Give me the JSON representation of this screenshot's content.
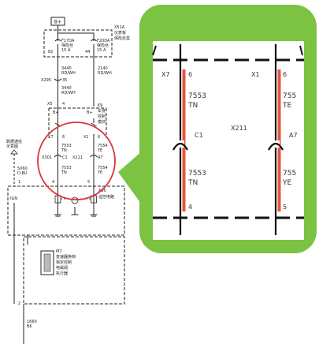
{
  "left": {
    "battery": "B+",
    "fusebox": {
      "id": "X51A",
      "name1": "仪表板",
      "name2": "保险丝盒"
    },
    "fuse1": {
      "code": "F17DA",
      "name": "保险丝",
      "rating": "15 A",
      "pin": "82"
    },
    "fuse2": {
      "code": "F20DA",
      "name": "保险丝",
      "rating": "15 A",
      "pin": "44"
    },
    "wire_a": {
      "num": "3440",
      "color": "RD/WH"
    },
    "wire_b": {
      "num": "2140",
      "color": "RD/WH"
    },
    "conn_x295": "X295",
    "pin_35": "35",
    "wire_c": {
      "num": "3440",
      "color": "RD/WH"
    },
    "conn_x5": "X5",
    "pin_4": "4",
    "k9": {
      "id": "K9",
      "name1": "车身",
      "name2": "控制",
      "name3": "模块"
    },
    "bplus_1": "B+",
    "bplus_2": "B+",
    "pin_x7": "X7",
    "pin_6a": "6",
    "pin_x1": "X1",
    "pin_6b": "6",
    "wire_d": {
      "num": "7553",
      "color": "TN"
    },
    "wire_e": {
      "num": "7554",
      "color": "YE"
    },
    "conn_x301": "X301",
    "conn_c1": "C1",
    "conn_x211": "X211",
    "conn_a7": "A7",
    "wire_f": {
      "num": "7553",
      "color": "TN"
    },
    "wire_g": {
      "num": "7554",
      "color": "YE"
    },
    "data_display": {
      "name1": "数据通信",
      "name2": "示意图"
    },
    "wire_h": {
      "num": "5060",
      "color": "D-BU"
    },
    "pin_1": "1",
    "pin_4b": "4",
    "pin_5": "5",
    "a90": {
      "id": "A90",
      "name": "遥控电路"
    },
    "ign": "IGN",
    "m7": {
      "id": "M7",
      "l1": "变速器换档",
      "l2": "锁定控制",
      "l3": "电磁阀",
      "l4": "执行器"
    },
    "pin_2": "2",
    "wire_i": {
      "num": "1660",
      "color": "BK"
    }
  },
  "zoom": {
    "x7": "X7",
    "x1": "X1",
    "pin_6_left": "6",
    "pin_6_right": "6",
    "wire_left_num": "7553",
    "wire_left_color": "TN",
    "wire_right_num": "755",
    "wire_right_color": "TE",
    "c1": "C1",
    "x211": "X211",
    "a7": "A7",
    "wire_left_num2": "7553",
    "wire_left_color2": "TN",
    "wire_right_num2": "755",
    "wire_right_color2": "YE",
    "pin_4": "4",
    "pin_5": "5"
  },
  "colors": {
    "highlight": "#e2573a",
    "callout_green": "#7cc243",
    "circle_red": "#d9343a"
  }
}
